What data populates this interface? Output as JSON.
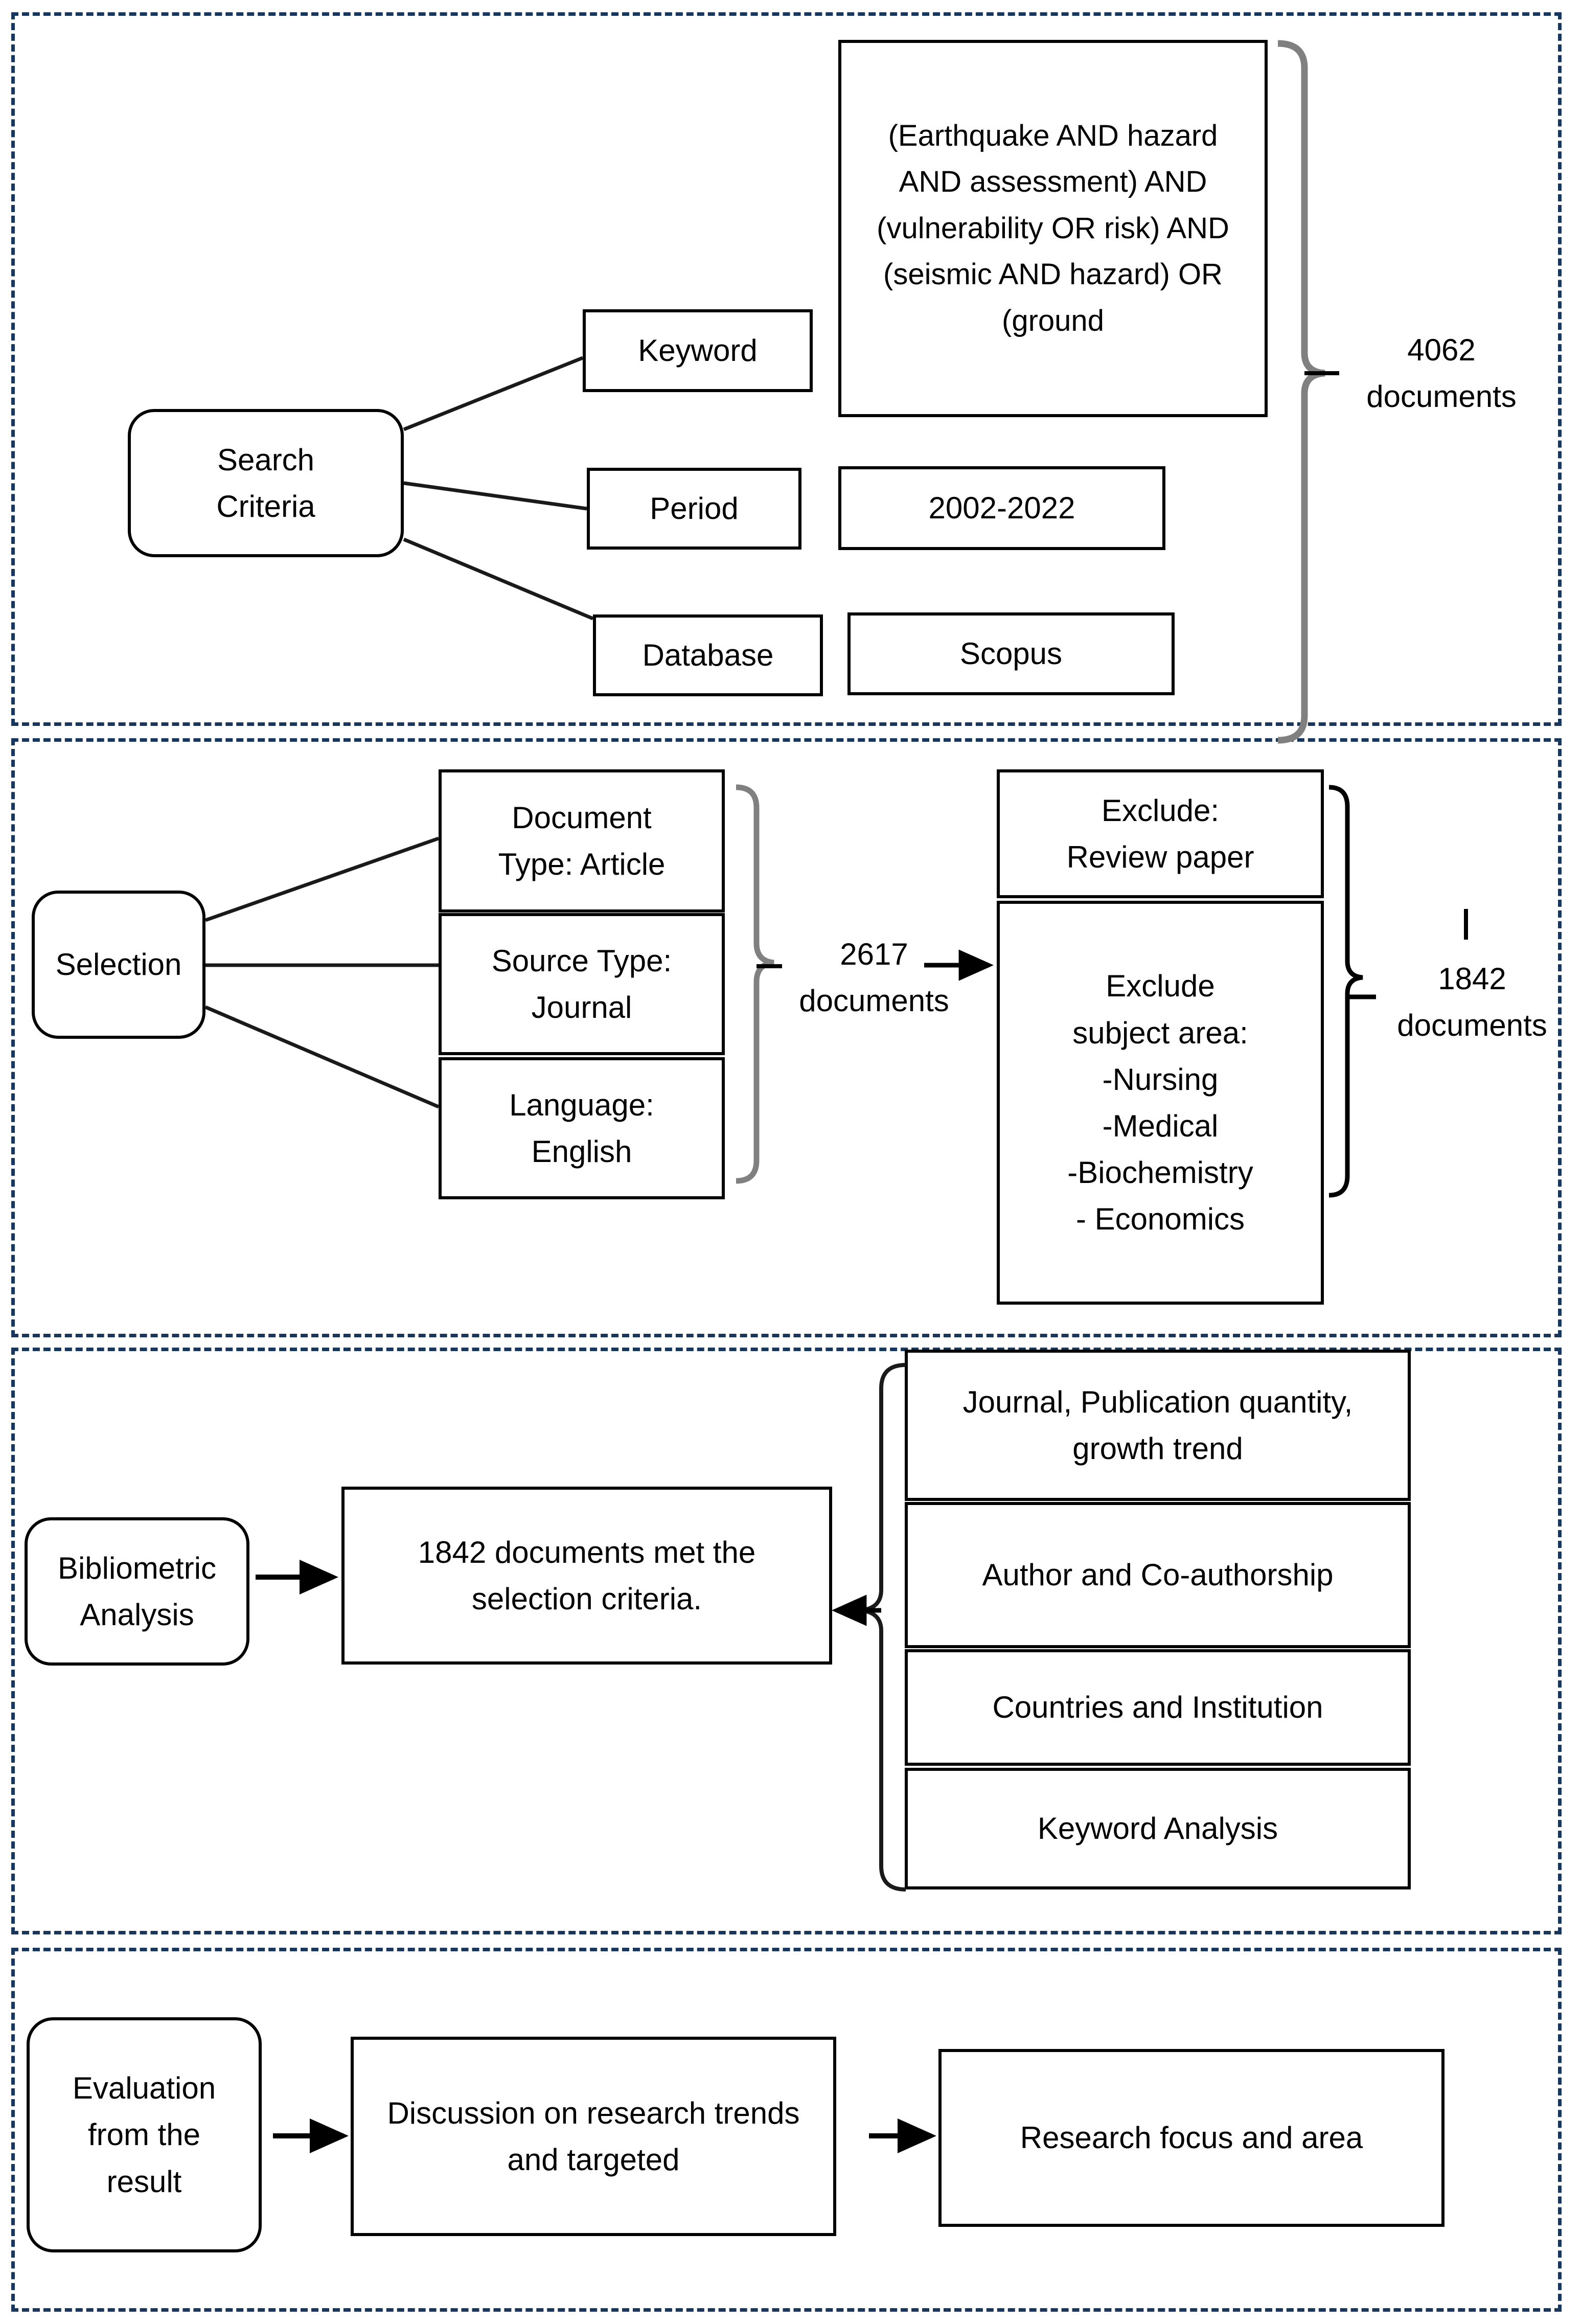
{
  "diagram": {
    "title": "Bibliometric review methodology flowchart",
    "accent_dashed_color": "#19365c",
    "line_color": "#000000",
    "bracket_color_gray": "#808080"
  },
  "sections": [
    {
      "id": "search-criteria",
      "root": "Search\nCriteria",
      "criteria": [
        {
          "label": "Keyword",
          "value": "(Earthquake AND hazard AND assessment) AND (vulnerability OR risk) AND (seismic AND hazard) OR (ground"
        },
        {
          "label": "Period",
          "value": "2002-2022"
        },
        {
          "label": "Database",
          "value": "Scopus"
        }
      ],
      "result_count": "4062",
      "result_unit": "documents"
    },
    {
      "id": "selection",
      "root": "Selection",
      "criteria": [
        {
          "line1": "Document",
          "line2": "Type: Article"
        },
        {
          "line1": "Source Type:",
          "line2": "Journal"
        },
        {
          "line1": "Language:",
          "line2": "English"
        }
      ],
      "intermediate_count": "2617",
      "intermediate_unit": "documents",
      "exclusions": [
        {
          "line1": "Exclude:",
          "line2": "Review paper"
        },
        {
          "lines": [
            "Exclude",
            "subject area:",
            "-Nursing",
            "-Medical",
            "-Biochemistry",
            "- Economics"
          ]
        }
      ],
      "result_count": "1842",
      "result_unit": "documents"
    },
    {
      "id": "bibliometric-analysis",
      "root": "Bibliometric\nAnalysis",
      "statement": "1842 documents met the selection criteria.",
      "outputs": [
        "Journal, Publication quantity, growth trend",
        "Author and Co-authorship",
        "Countries and Institution",
        "Keyword Analysis"
      ]
    },
    {
      "id": "evaluation",
      "root": "Evaluation\nfrom the\nresult",
      "steps": [
        "Discussion on research trends and targeted",
        "Research focus and area"
      ]
    }
  ]
}
